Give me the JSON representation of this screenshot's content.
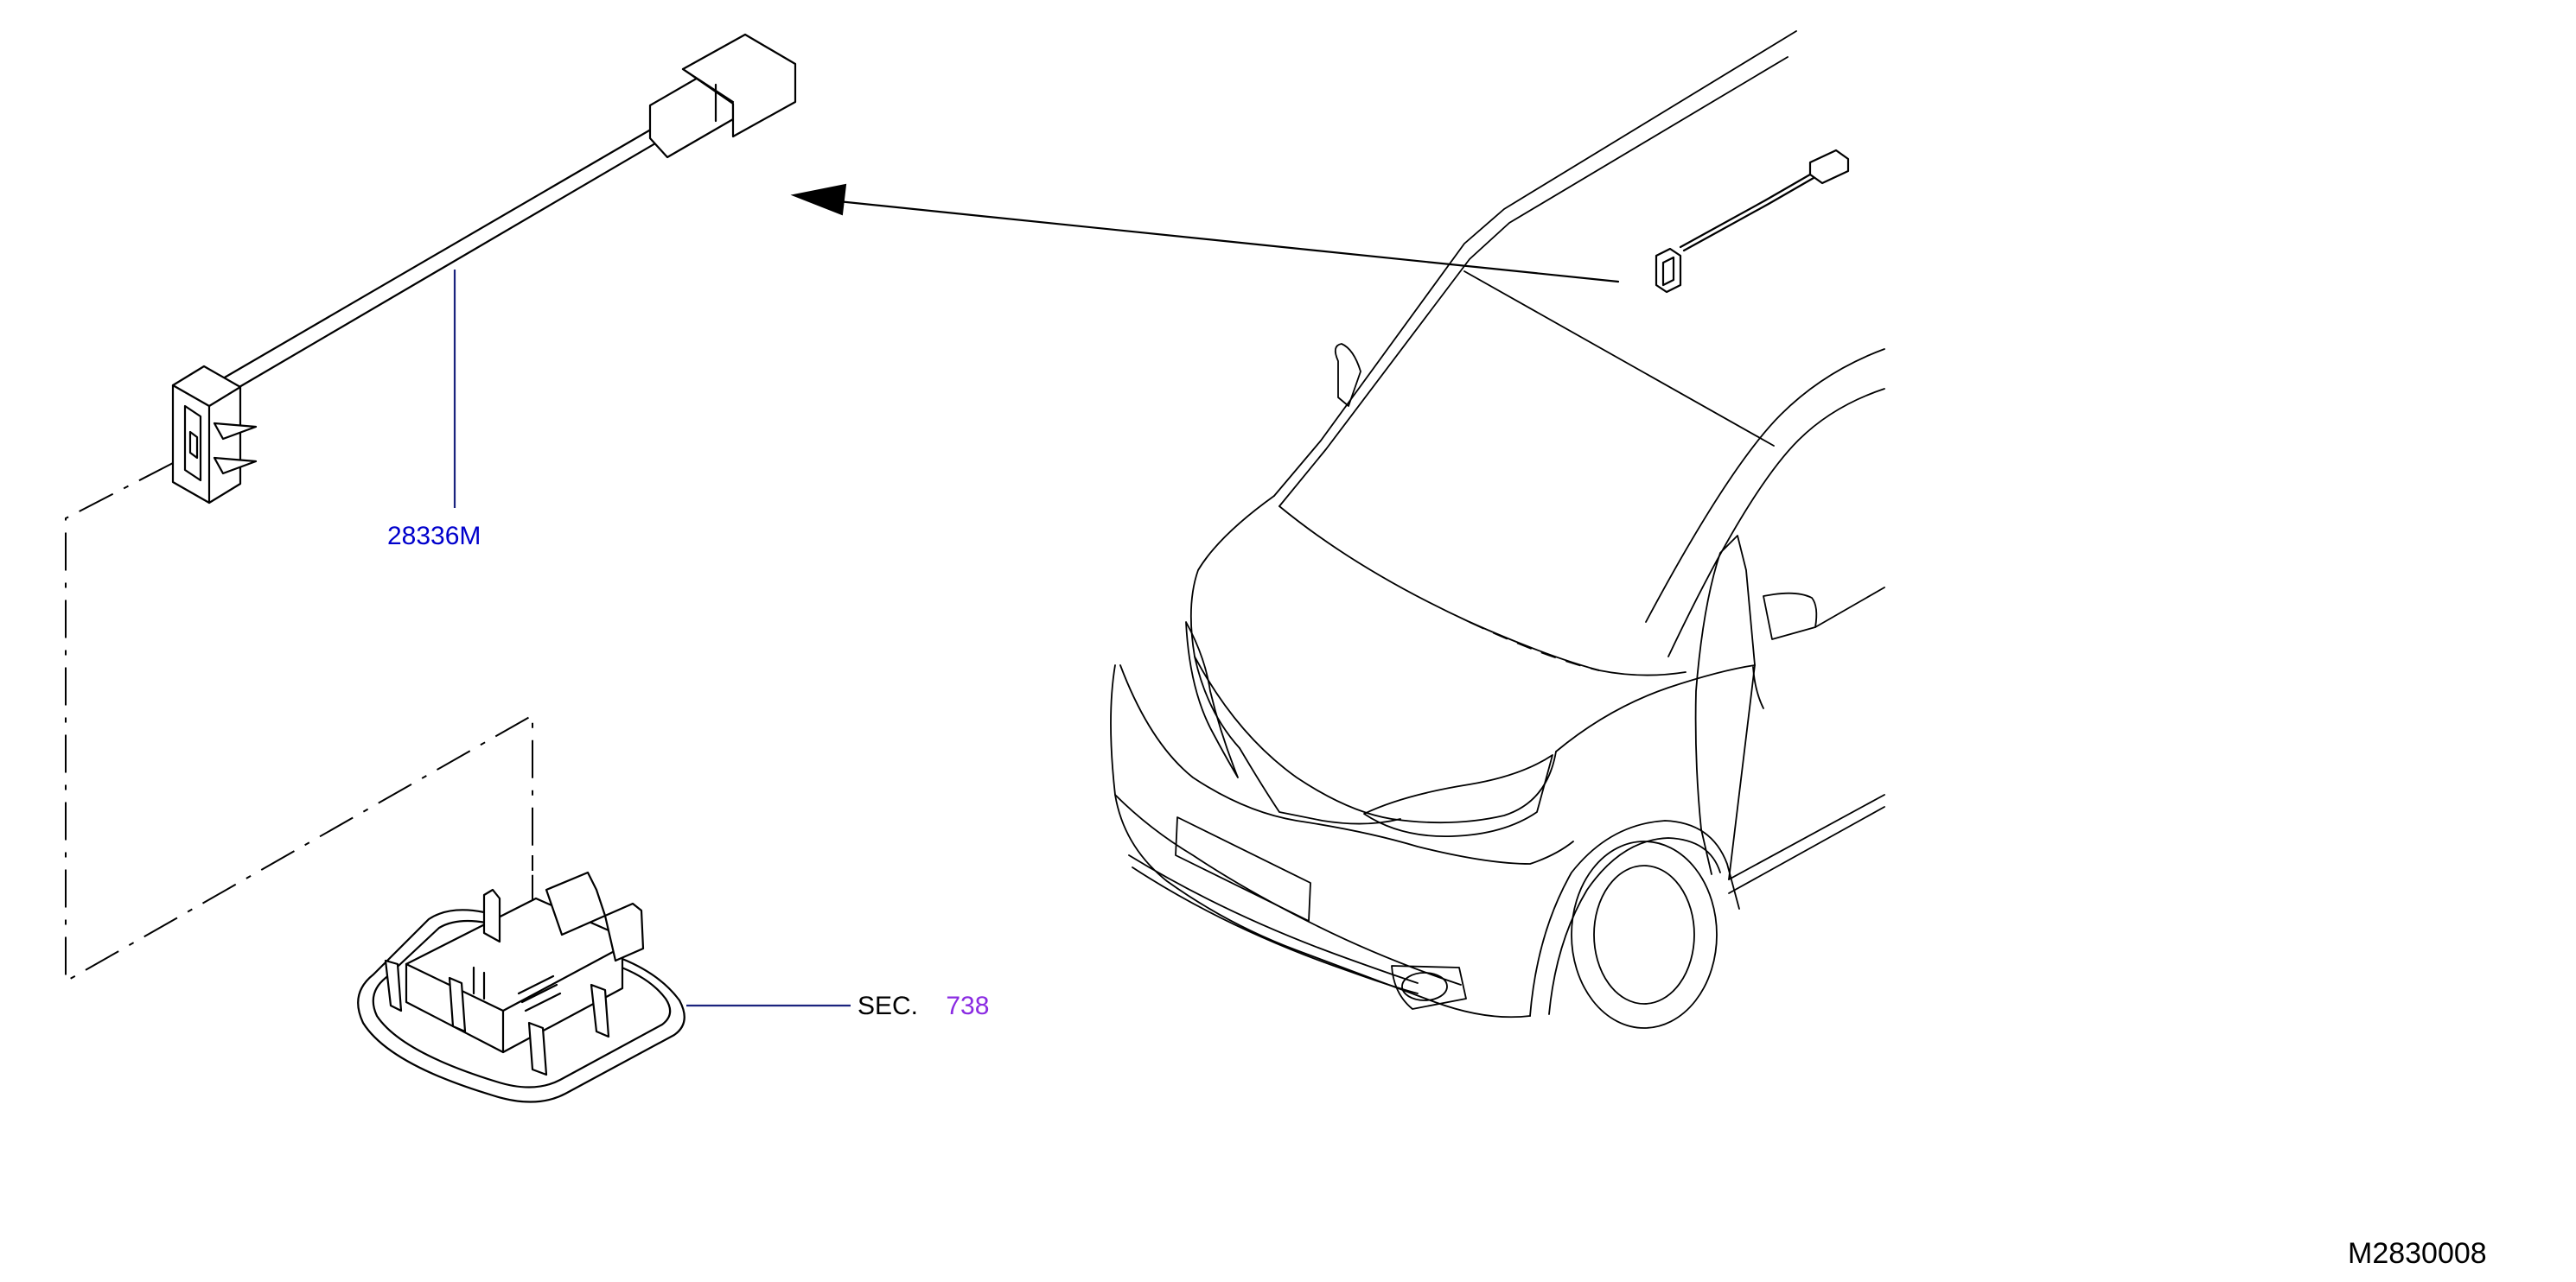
{
  "diagram": {
    "part_callout": {
      "number": "28336M"
    },
    "section_callout": {
      "prefix": "SEC.",
      "number": "738"
    },
    "drawing_number": "M2830008"
  },
  "colors": {
    "part_link": "#0000cc",
    "section_link": "#8a2be2",
    "leader_line": "#1a237e",
    "line_art": "#000000",
    "background": "#ffffff"
  }
}
